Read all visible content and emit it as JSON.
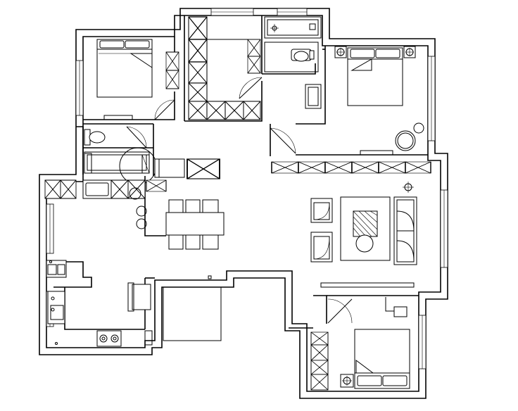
{
  "diagram": {
    "type": "architectural-floor-plan",
    "line_color": "#000000",
    "background": "#ffffff",
    "text_labels": [],
    "rooms": [
      "bedroom-northwest",
      "study-wardrobe-room",
      "bathroom-north",
      "bedroom-northeast",
      "bathroom-west",
      "kitchen",
      "dining-area",
      "living-room",
      "bedroom-southeast",
      "hallway"
    ],
    "icons": [
      "bed-icon",
      "toilet-icon",
      "sofa-icon",
      "stove-icon",
      "sink-icon",
      "lamp-icon",
      "door-swing-icon",
      "cabinet-cross-icon"
    ]
  }
}
